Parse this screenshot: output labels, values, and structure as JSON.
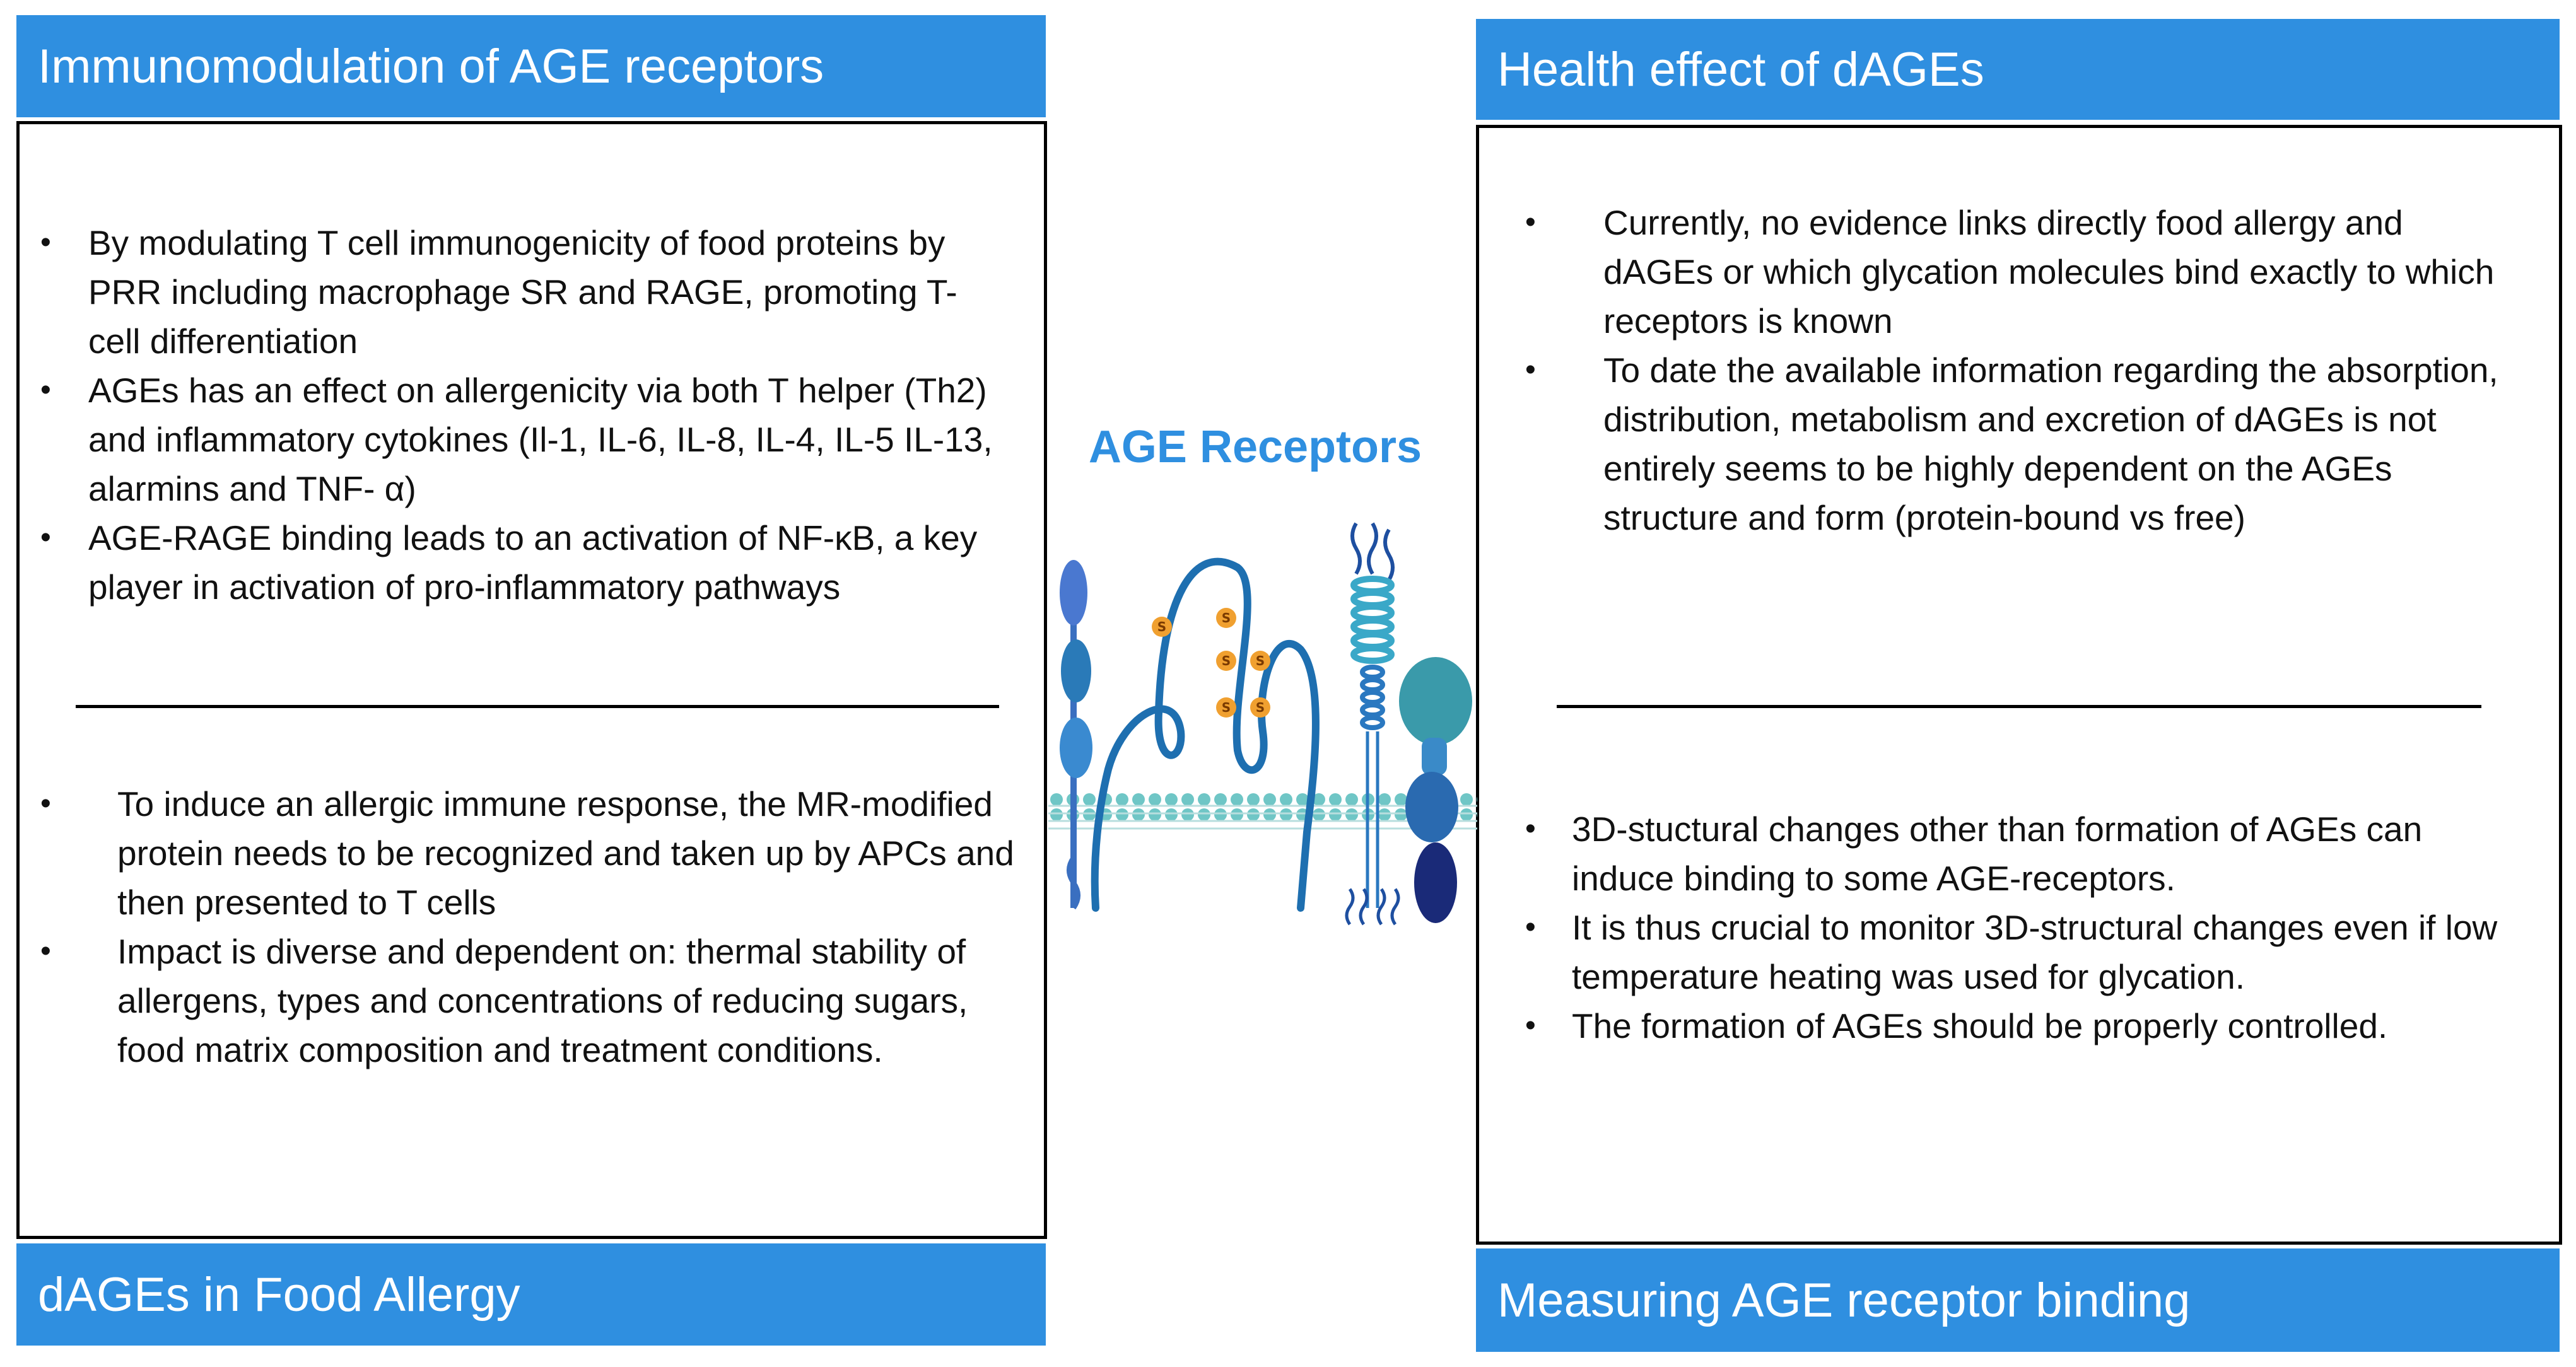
{
  "headers": {
    "top_left": "Immunomodulation of AGE receptors",
    "top_right": "Health effect of dAGEs",
    "bottom_left": "dAGEs in Food Allergy",
    "bottom_right": "Measuring AGE receptor binding"
  },
  "center": {
    "title": "AGE Receptors",
    "disulfide_label": "S"
  },
  "left_panel": {
    "upper_bullets": [
      "By modulating T cell immunogenicity of food proteins by PRR including macrophage SR and RAGE, promoting  T-cell differentiation",
      "AGEs has an effect on allergenicity via both T helper (Th2) and inflammatory cytokines (Il-1, IL-6, IL-8, IL-4, IL-5 IL-13, alarmins and TNF- α)",
      "AGE-RAGE binding leads to an activation of NF-κB, a key player in activation of pro-inflammatory pathways"
    ],
    "lower_bullets": [
      "To induce an allergic immune response, the MR-modified protein needs to be recognized and taken up by APCs and then presented to T cells",
      "Impact is diverse and dependent on: thermal stability of allergens, types and concentrations of reducing sugars, food matrix composition and treatment conditions."
    ]
  },
  "right_panel": {
    "upper_bullets": [
      "Currently, no evidence links directly food allergy and dAGEs or which glycation molecules bind exactly to which receptors is known",
      "To date the available information regarding the absorption, distribution, metabolism and excretion of dAGEs is not entirely seems to be highly dependent on the AGEs structure and form (protein-bound vs free)"
    ],
    "lower_bullets": [
      "3D-stuctural changes other than formation of AGEs can induce binding to some AGE-receptors.",
      "It is thus crucial to monitor 3D-structural changes even if low temperature heating was used for glycation.",
      "The formation of AGEs should be properly controlled."
    ]
  },
  "colors": {
    "header_blue": "#2f8fe0",
    "title_blue": "#2f8fe0",
    "membrane_teal": "#6fc6c6",
    "receptor_blue": "#1e6fb0",
    "sulfur_orange": "#f0a030"
  }
}
